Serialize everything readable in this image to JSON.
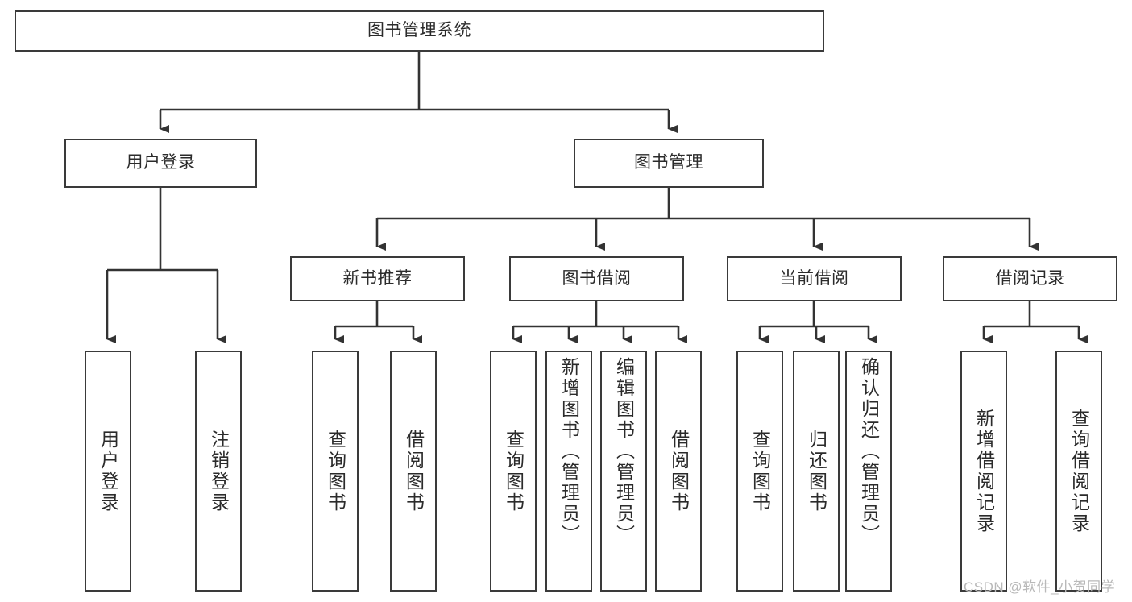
{
  "diagram": {
    "type": "tree-hierarchy-chart",
    "title": "图书管理系统",
    "orientation": "top-down",
    "box_border_color": "#3a3a3a",
    "box_fill_color": "#ffffff",
    "text_color": "#2b2b2b",
    "connector_color": "#333333",
    "root": {
      "label": "图书管理系统"
    },
    "level2": [
      {
        "label": "用户登录"
      },
      {
        "label": "图书管理"
      }
    ],
    "level3": [
      {
        "label": "新书推荐"
      },
      {
        "label": "图书借阅"
      },
      {
        "label": "当前借阅"
      },
      {
        "label": "借阅记录"
      }
    ],
    "leaves": {
      "user_login": [
        {
          "label": "用户登录"
        },
        {
          "label": "注销登录"
        }
      ],
      "new_book_recommend": [
        {
          "label": "查询图书"
        },
        {
          "label": "借阅图书"
        }
      ],
      "book_borrow": [
        {
          "label": "查询图书"
        },
        {
          "label": "新增图书（管理员）"
        },
        {
          "label": "编辑图书（管理员）"
        },
        {
          "label": "借阅图书"
        }
      ],
      "current_borrow": [
        {
          "label": "查询图书"
        },
        {
          "label": "归还图书"
        },
        {
          "label": "确认归还（管理员）"
        }
      ],
      "borrow_record": [
        {
          "label": "新增借阅记录"
        },
        {
          "label": "查询借阅记录"
        }
      ]
    }
  },
  "watermark": {
    "text": "CSDN @软件_小贺同学"
  }
}
